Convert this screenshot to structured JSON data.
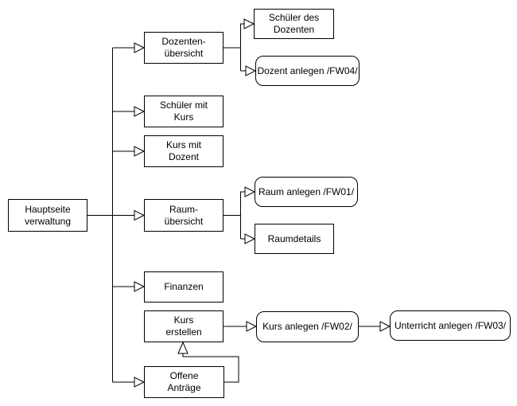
{
  "diagram": {
    "type": "sitemap-flowchart",
    "language": "de",
    "root": "Hauptseite verwaltung",
    "nodes": {
      "hauptseite": {
        "label": "Hauptseite\nverwaltung",
        "shape": "rect"
      },
      "dozenten_uebersicht": {
        "label": "Dozenten-\nübersicht",
        "shape": "rect"
      },
      "schueler_mit_kurs": {
        "label": "Schüler mit\nKurs",
        "shape": "rect"
      },
      "kurs_mit_dozent": {
        "label": "Kurs mit\nDozent",
        "shape": "rect"
      },
      "raum_uebersicht": {
        "label": "Raum-\nübersicht",
        "shape": "rect"
      },
      "finanzen": {
        "label": "Finanzen",
        "shape": "rect"
      },
      "kurs_erstellen": {
        "label": "Kurs\nerstellen",
        "shape": "rect"
      },
      "offene_antraege": {
        "label": "Offene\nAnträge",
        "shape": "rect"
      },
      "schueler_des_dozenten": {
        "label": "Schüler des\nDozenten",
        "shape": "rect"
      },
      "dozent_anlegen": {
        "label": "Dozent anlegen /FW04/",
        "shape": "rounded"
      },
      "raum_anlegen": {
        "label": "Raum anlegen /FW01/",
        "shape": "rounded"
      },
      "raumdetails": {
        "label": "Raumdetails",
        "shape": "rect"
      },
      "kurs_anlegen": {
        "label": "Kurs anlegen /FW02/",
        "shape": "rounded"
      },
      "unterricht_anlegen": {
        "label": "Unterricht anlegen /FW03/",
        "shape": "rounded"
      }
    },
    "edges": [
      {
        "from": "hauptseite",
        "to": "dozenten_uebersicht"
      },
      {
        "from": "hauptseite",
        "to": "schueler_mit_kurs"
      },
      {
        "from": "hauptseite",
        "to": "kurs_mit_dozent"
      },
      {
        "from": "hauptseite",
        "to": "raum_uebersicht"
      },
      {
        "from": "hauptseite",
        "to": "finanzen"
      },
      {
        "from": "hauptseite",
        "to": "offene_antraege"
      },
      {
        "from": "dozenten_uebersicht",
        "to": "schueler_des_dozenten"
      },
      {
        "from": "dozenten_uebersicht",
        "to": "dozent_anlegen"
      },
      {
        "from": "raum_uebersicht",
        "to": "raum_anlegen"
      },
      {
        "from": "raum_uebersicht",
        "to": "raumdetails"
      },
      {
        "from": "kurs_erstellen",
        "to": "kurs_anlegen"
      },
      {
        "from": "kurs_anlegen",
        "to": "unterricht_anlegen"
      },
      {
        "from": "offene_antraege",
        "to": "kurs_erstellen"
      }
    ],
    "colors": {
      "background": "#ffffff",
      "stroke": "#000000",
      "node_fill": "#ffffff",
      "text": "#000000"
    }
  }
}
